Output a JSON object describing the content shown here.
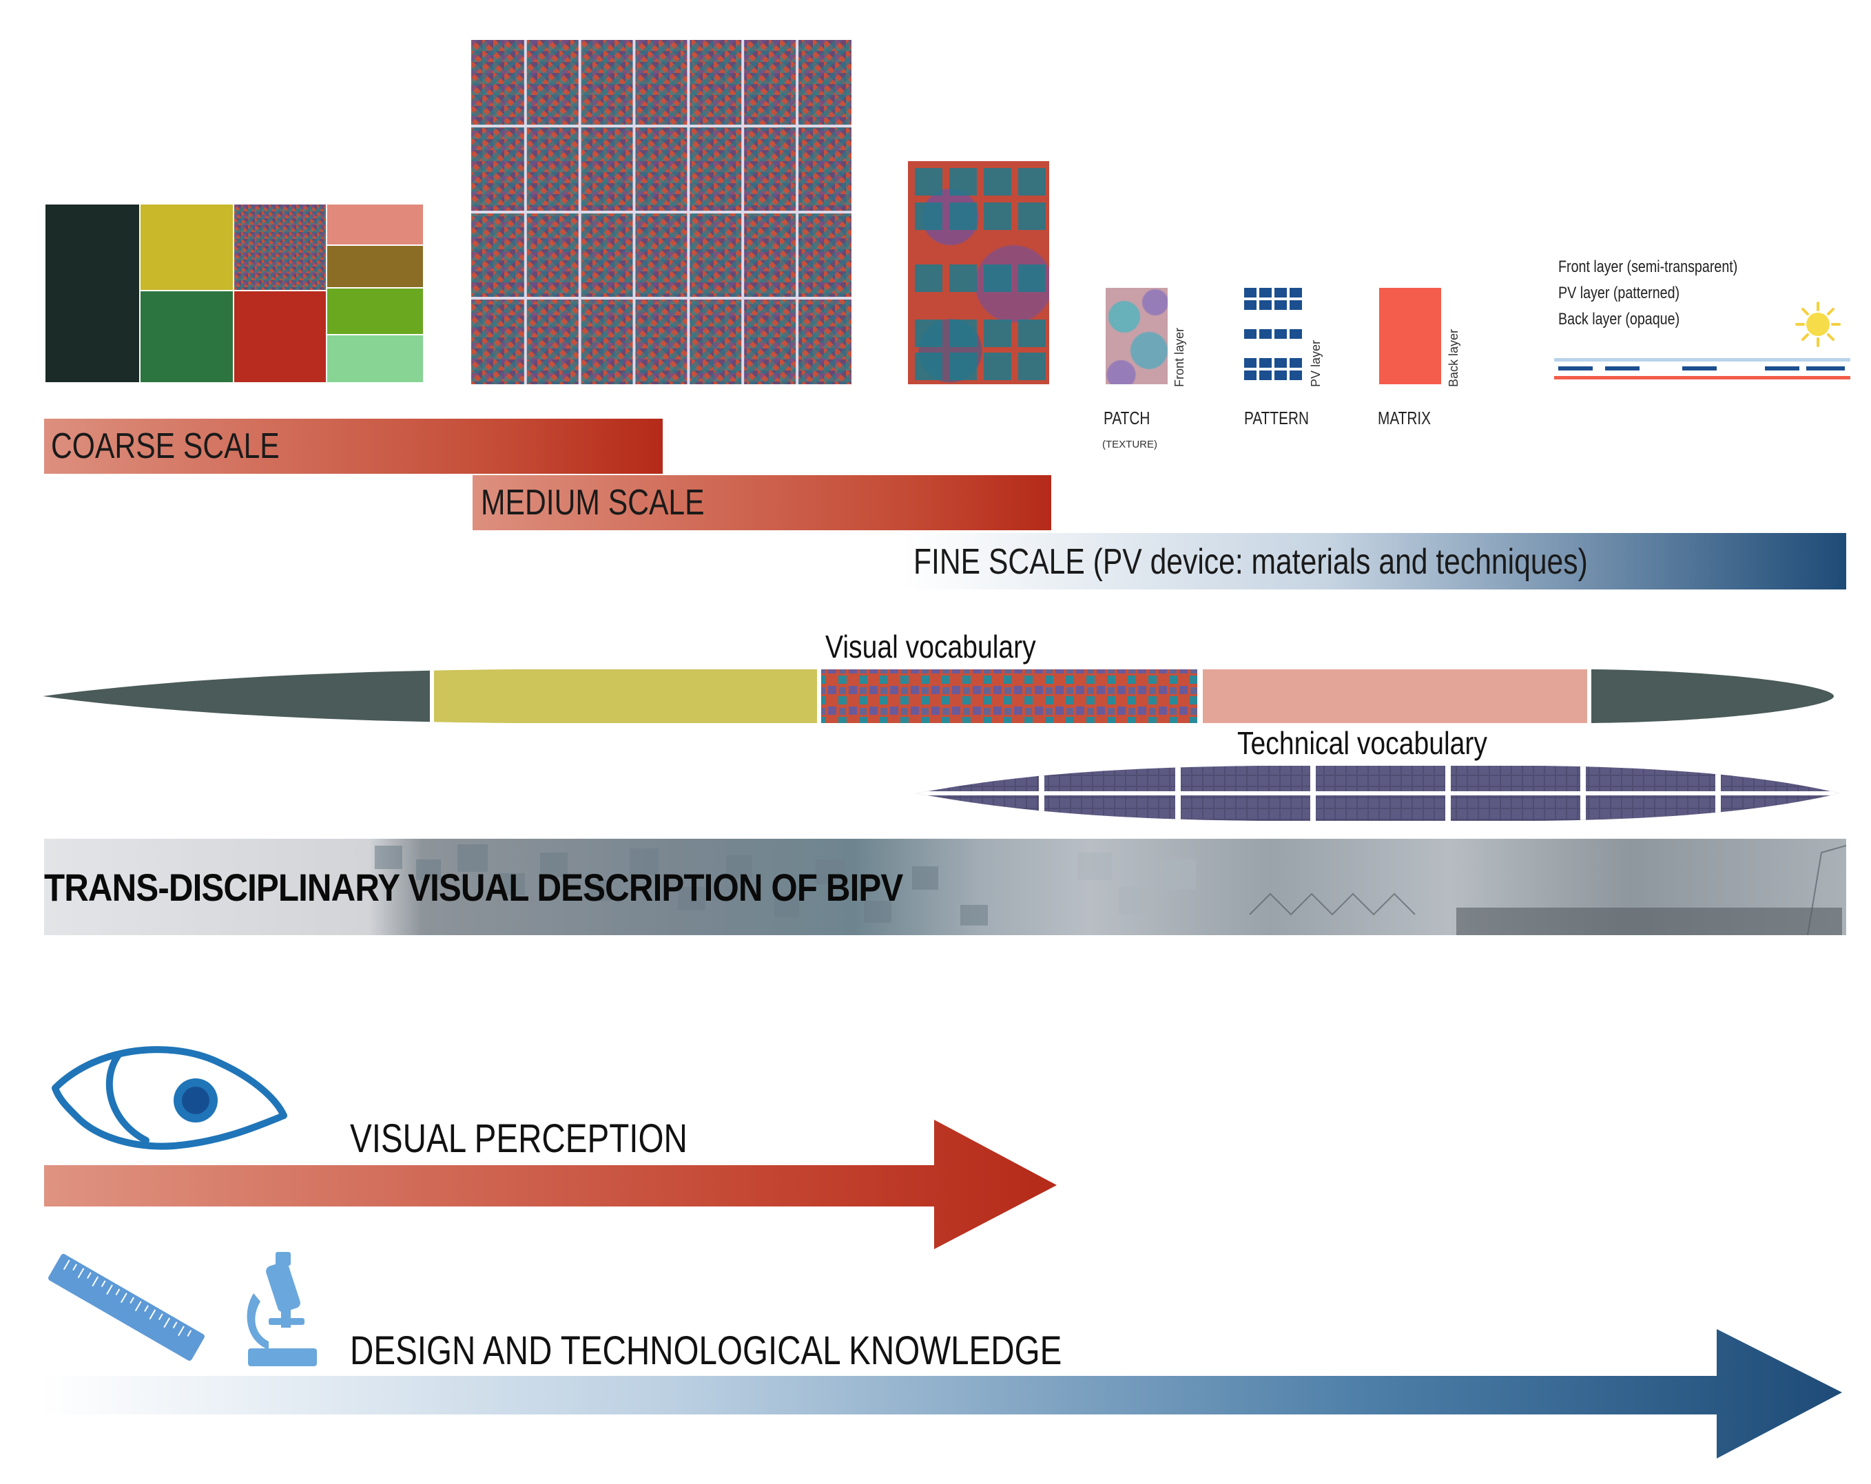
{
  "scales": {
    "coarse": "COARSE SCALE",
    "medium": "MEDIUM SCALE",
    "fine": "FINE SCALE (PV device: materials and techniques)"
  },
  "fine_items": {
    "patch": "PATCH",
    "patch_sub": "(TEXTURE)",
    "pattern": "PATTERN",
    "matrix": "MATRIX",
    "front_layer_vertical": "Front layer",
    "pv_layer_vertical": "PV layer",
    "back_layer_vertical": "Back layer"
  },
  "layers_legend": {
    "front": "Front layer (semi-transparent)",
    "pv": "PV layer (patterned)",
    "back": "Back layer (opaque)"
  },
  "vocabulary": {
    "visual": "Visual vocabulary",
    "technical": "Technical vocabulary"
  },
  "banner": {
    "title": "TRANS-DISCIPLINARY VISUAL DESCRIPTION OF BIPV"
  },
  "arrows": {
    "visual_perception": "VISUAL PERCEPTION",
    "design_knowledge": "DESIGN AND TECHNOLOGICAL KNOWLEDGE"
  },
  "colors": {
    "red_accent": "#b52a19",
    "blue_accent": "#1e4b77",
    "swatch_dark": "#1b2b27",
    "swatch_yellow": "#c8b82a",
    "swatch_green": "#2c7540",
    "swatch_red": "#b82c1f",
    "swatch_salmon": "#e1897b",
    "swatch_olive": "#8c6d25",
    "swatch_lime": "#6aa820",
    "swatch_mint": "#87d495"
  }
}
